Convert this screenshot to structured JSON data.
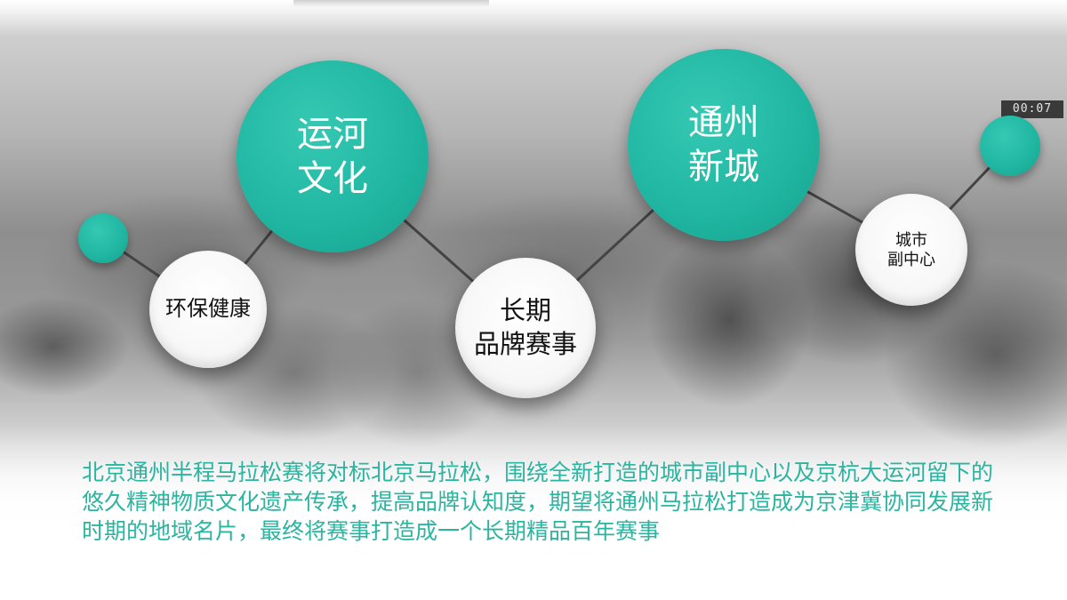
{
  "slide": {
    "scoreboard": "00:07",
    "circles": {
      "yunhe": "运河\n文化",
      "tongzhou": "通州\n新城",
      "huanbao": "环保健康",
      "changqi": "长期\n品牌赛事",
      "chengshi": "城市\n副中心"
    },
    "body_text": "北京通州半程马拉松赛将对标北京马拉松，围绕全新打造的城市副中心以及京杭大运河留下的悠久精神物质文化遗产传承，提高品牌认知度，期望将通州马拉松打造成为京津冀协同发展新时期的地域名片，最终将赛事打造成一个长期精品百年赛事"
  },
  "colors": {
    "accent_teal": "#1fb5a0",
    "body_text": "#2bb5a0",
    "circle_white": "#f7f7f7",
    "connector": "#444444"
  },
  "icons": [
    "marathon-photo-background"
  ]
}
